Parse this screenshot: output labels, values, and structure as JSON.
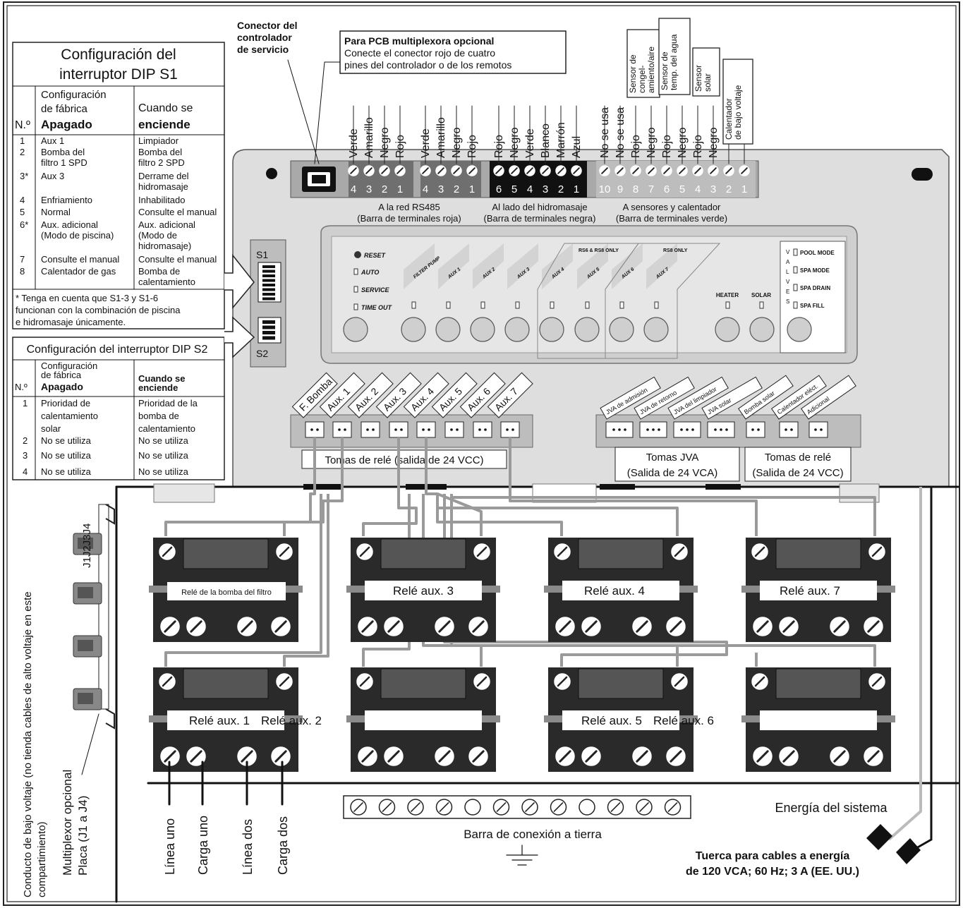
{
  "colors": {
    "panel": "#dedede",
    "panel_dark": "#bdbdbd",
    "wire": "#9a9a9a",
    "relay": "#2a2a2a",
    "ink": "#111111"
  },
  "service_connector": "Conector del\ncontrolador\nde servicio",
  "multiplexer_note": {
    "title": "Para PCB multiplexora opcional",
    "body": "Conecte el conector rojo de cuatro\npines del controlador o de los remotos"
  },
  "sensor_callouts": {
    "freeze": "Sensor de\ncongel-\namiento/aire",
    "water": "Sensor de\ntemp. del agua",
    "solar": "Sensor\nsolar",
    "heater": "Calentador\nde bajo voltaje"
  },
  "terminals": {
    "red": {
      "wires": [
        "Verde",
        "Amarillo",
        "Negro",
        "Rojo"
      ],
      "numbers": [
        "4",
        "3",
        "2",
        "1"
      ]
    },
    "red2": {
      "wires": [
        "Verde",
        "Amarillo",
        "Negro",
        "Rojo"
      ],
      "numbers": [
        "4",
        "3",
        "2",
        "1"
      ]
    },
    "black": {
      "wires": [
        "Rojo",
        "Negro",
        "Verde",
        "Blanco",
        "Marrón",
        "Azul"
      ],
      "numbers": [
        "6",
        "5",
        "4",
        "3",
        "2",
        "1"
      ]
    },
    "green": {
      "wires": [
        "No se usa",
        "No se usa",
        "Rojo",
        "Negro",
        "Rojo",
        "Negro",
        "Rojo",
        "Negro",
        "",
        ""
      ],
      "numbers": [
        "10",
        "9",
        "8",
        "7",
        "6",
        "5",
        "4",
        "3",
        "2",
        "1"
      ]
    }
  },
  "terminal_captions": {
    "red": "A la red RS485\n(Barra de terminales roja)",
    "black": "Al lado del hidromasaje\n(Barra de terminales negra)",
    "green": "A sensores y calentador\n(Barra de terminales verde)"
  },
  "dip_s1": {
    "title": "Configuración del\ninterruptor DIP S1",
    "col_no": "N.º",
    "col_factory": "Configuración\nde fábrica\nApagado",
    "col_on": "Cuando se\nenciende",
    "rows": [
      {
        "n": "1",
        "off": "Aux 1",
        "on": "Limpiador"
      },
      {
        "n": "2",
        "off": "Bomba del\nfiltro 1 SPD",
        "on": "Bomba del\nfiltro 2 SPD"
      },
      {
        "n": "3*",
        "off": "Aux 3",
        "on": "Derrame del\nhidromasaje"
      },
      {
        "n": "4",
        "off": "Enfriamiento",
        "on": "Inhabilitado"
      },
      {
        "n": "5",
        "off": "Normal",
        "on": "Consulte el manual"
      },
      {
        "n": "6*",
        "off": "Aux. adicional\n(Modo de piscina)",
        "on": "Aux. adicional\n(Modo de\nhidromasaje)"
      },
      {
        "n": "7",
        "off": "Consulte el manual",
        "on": "Consulte el manual"
      },
      {
        "n": "8",
        "off": "Calentador de gas",
        "on": "Bomba de\ncalentamiento"
      }
    ],
    "footnote": "* Tenga en cuenta que S1-3 y S1-6\nfuncionan con la combinación de piscina\ne hidromasaje únicamente."
  },
  "dip_s2": {
    "title": "Configuración del interruptor DIP S2",
    "col_no": "N.º",
    "col_factory": "Configuración\nde fábrica\nApagado",
    "col_on": "Cuando se\nenciende",
    "rows": [
      {
        "n": "1",
        "off": "Prioridad de\ncalentamiento\nsolar",
        "on": "Prioridad de la\nbomba de\ncalentamiento"
      },
      {
        "n": "2",
        "off": "No se utiliza",
        "on": "No se utiliza"
      },
      {
        "n": "3",
        "off": "No se utiliza",
        "on": "No se utiliza"
      },
      {
        "n": "4",
        "off": "No se utiliza",
        "on": "No se utiliza"
      }
    ]
  },
  "switch_labels": {
    "s1": "S1",
    "s2": "S2"
  },
  "control_panel": {
    "status": [
      "RESET",
      "AUTO",
      "SERVICE",
      "TIME OUT"
    ],
    "channels": [
      "FILTER PUMP",
      "AUX 1",
      "AUX 2",
      "AUX 3",
      "AUX 4",
      "AUX 5",
      "AUX 6",
      "AUX 7"
    ],
    "rs6_rs8": "RS6 & RS8 ONLY",
    "rs8": "RS8 ONLY",
    "heater": "HEATER",
    "solar": "SOLAR",
    "valves_letters": [
      "V",
      "A",
      "L",
      "V",
      "E",
      "S"
    ],
    "modes": [
      "POOL MODE",
      "SPA MODE",
      "SPA DRAIN",
      "SPA FILL"
    ]
  },
  "relay_sockets": [
    "F. Bomba",
    "Aux. 1",
    "Aux. 2",
    "Aux. 3",
    "Aux. 4",
    "Aux. 5",
    "Aux. 6",
    "Aux. 7"
  ],
  "relay_sockets_caption": "Tomas de relé (salida de 24 VCC)",
  "jva_sockets": [
    "JVA de admisión",
    "JVA de retorno",
    "JVA del limpiador",
    "JVA solar"
  ],
  "relay_sockets2": [
    "Bomba solar",
    "Calentador eléct.",
    "Adicional"
  ],
  "jva_caption": "Tomas JVA\n(Salida de 24 VCA)",
  "relay2_caption": "Tomas de relé\n(Salida de 24 VCC)",
  "relays_top": [
    "Relé de la bomba del filtro",
    "Relé aux. 3",
    "Relé aux. 4",
    "Relé aux. 7"
  ],
  "relays_bottom": [
    "Relé aux. 1",
    "Relé aux. 2",
    "Relé aux. 5",
    "Relé aux. 6"
  ],
  "j_labels": "J1J2J3J4",
  "conduit_label": "Conducto de bajo voltaje (no tienda cables de alto voltaje en este\ncompartimiento)",
  "mux_label": "Multiplexor opcional\nPlaca (J1 a J4)",
  "line_labels": [
    "Línea uno",
    "Carga uno",
    "Línea dos",
    "Carga dos"
  ],
  "ground_bar": "Barra de conexión a tierra",
  "system_power": "Energía del sistema",
  "wire_nut": "Tuerca para cables a energía\nde 120 VCA; 60 Hz; 3 A (EE. UU.)"
}
